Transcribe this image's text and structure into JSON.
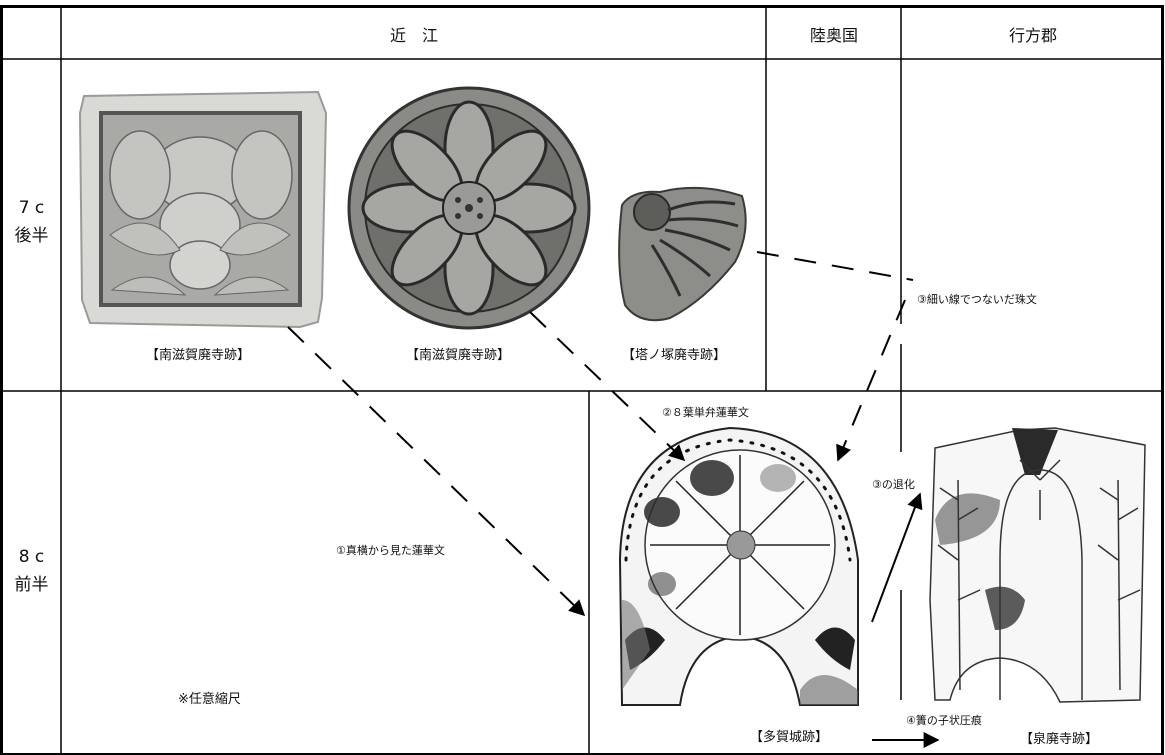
{
  "headers": {
    "omi": "近　江",
    "mutsu": "陸奥国",
    "namekata": "行方郡"
  },
  "periods": {
    "late7": [
      "7 c",
      "後半"
    ],
    "early8": [
      "8 c",
      "前半"
    ]
  },
  "captions": {
    "tile1": "【南滋賀廃寺跡】",
    "tile2": "【南滋賀廃寺跡】",
    "tile3": "【塔ノ塚廃寺跡】",
    "tile4": "【多賀城跡】",
    "tile5": "【泉廃寺跡】"
  },
  "annotations": {
    "a1": "①真横から見た蓮華文",
    "a2": "②８葉単弁蓮華文",
    "a3": "③細い線でつないだ珠文",
    "a3b": "③の退化",
    "a4": "④簀の子状圧痕",
    "scale": "※任意縮尺"
  }
}
